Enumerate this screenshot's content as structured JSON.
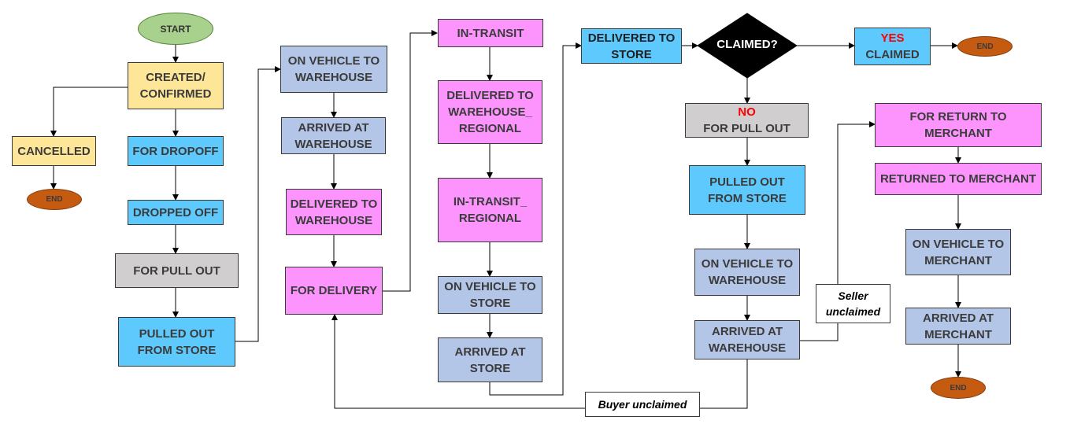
{
  "start": "START",
  "end_label": "END",
  "col1": {
    "created_line1": "CREATED/",
    "created_line2": "CONFIRMED",
    "cancelled": "CANCELLED",
    "for_dropoff": "FOR DROPOFF",
    "dropped_off": "DROPPED OFF",
    "for_pull_out": "FOR PULL OUT",
    "pulled_out_line1": "PULLED OUT",
    "pulled_out_line2": "FROM STORE"
  },
  "col2": {
    "on_vehicle_line1": "ON VEHICLE TO",
    "on_vehicle_line2": "WAREHOUSE",
    "arrived_line1": "ARRIVED AT",
    "arrived_line2": "WAREHOUSE",
    "delivered_line1": "DELIVERED TO",
    "delivered_line2": "WAREHOUSE",
    "for_delivery": "FOR DELIVERY"
  },
  "col3": {
    "in_transit": "IN-TRANSIT",
    "delivered_regional_line1": "DELIVERED TO",
    "delivered_regional_line2": "WAREHOUSE_",
    "delivered_regional_line3": "REGIONAL",
    "in_transit_regional_line1": "IN-TRANSIT_",
    "in_transit_regional_line2": "REGIONAL",
    "on_vehicle_store_line1": "ON VEHICLE TO",
    "on_vehicle_store_line2": "STORE",
    "arrived_store_line1": "ARRIVED AT",
    "arrived_store_line2": "STORE"
  },
  "col4": {
    "delivered_store_line1": "DELIVERED TO",
    "delivered_store_line2": "STORE",
    "claimed_question": "CLAIMED?",
    "yes": "YES",
    "claimed": "CLAIMED",
    "no": "NO",
    "no_for_pull_out": "FOR PULL OUT",
    "pulled_out_line1": "PULLED OUT",
    "pulled_out_line2": "FROM STORE",
    "on_vehicle_line1": "ON VEHICLE TO",
    "on_vehicle_line2": "WAREHOUSE",
    "arrived_line1": "ARRIVED AT",
    "arrived_line2": "WAREHOUSE"
  },
  "col5": {
    "for_return_line1": "FOR RETURN TO",
    "for_return_line2": "MERCHANT",
    "returned": "RETURNED TO MERCHANT",
    "on_vehicle_line1": "ON VEHICLE TO",
    "on_vehicle_line2": "MERCHANT",
    "arrived_line1": "ARRIVED AT",
    "arrived_line2": "MERCHANT"
  },
  "labels": {
    "buyer_unclaimed": "Buyer unclaimed",
    "seller_line1": "Seller",
    "seller_line2": "unclaimed"
  },
  "colors": {
    "yellow": "#fee699",
    "blue": "#5ec9fc",
    "gray": "#d0cece",
    "lavender": "#b4c6e7",
    "pink": "#fd94fd",
    "start_green": "#a9d18e",
    "end_orange": "#c55a11",
    "decision_black": "#000000",
    "highlight_red": "#ff0000"
  }
}
